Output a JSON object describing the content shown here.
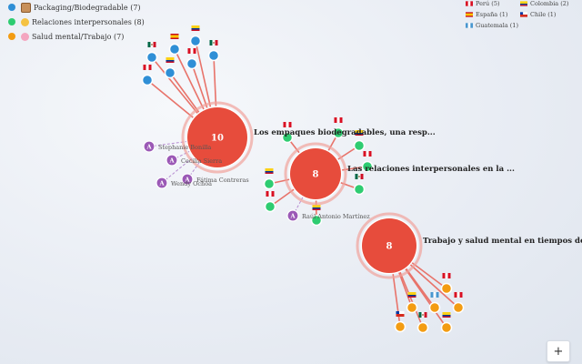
{
  "legend": {
    "categories": [
      {
        "label": "Packaging/Biodegradable (7)",
        "color": "#2f8fd6",
        "icon": "package-icon"
      },
      {
        "label": "Relaciones interpersonales (8)",
        "color": "#2ecc71",
        "icon": "handshake-icon"
      },
      {
        "label": "Salud mental/Trabajo (7)",
        "color": "#f39c12",
        "icon": "brain-icon"
      }
    ]
  },
  "countries": [
    {
      "label": "Perú (5)",
      "flag": "pe"
    },
    {
      "label": "Colombia (2)",
      "flag": "co"
    },
    {
      "label": "España (1)",
      "flag": "es"
    },
    {
      "label": "Chile (1)",
      "flag": "cl"
    },
    {
      "label": "Guatemala (1)",
      "flag": "gt"
    }
  ],
  "hubs": [
    {
      "id": "h1",
      "count": "10",
      "label": "Los empaques biodegradables, una resp...",
      "category": 0
    },
    {
      "id": "h2",
      "count": "8",
      "label": "Las relaciones interpersonales en la ...",
      "category": 1
    },
    {
      "id": "h3",
      "count": "8",
      "label": "Trabajo y salud mental en tiempos de ...",
      "category": 2
    }
  ],
  "authors": [
    {
      "name": "Stephanie Bonilla",
      "initial": "A"
    },
    {
      "name": "Cecilia Sierra",
      "initial": "A"
    },
    {
      "name": "Fátima Contreras",
      "initial": "A"
    },
    {
      "name": "Wendy Ochoa",
      "initial": "A"
    },
    {
      "name": "Raúl Antonio Martínez",
      "initial": "A"
    }
  ],
  "satellites": {
    "h1": [
      "mx",
      "es",
      "co",
      "mx",
      "co",
      "pe",
      "pe"
    ],
    "h2": [
      "pe",
      "pe",
      "co",
      "pe",
      "mx",
      "pe",
      "co",
      "co"
    ],
    "h3": [
      "cl",
      "mx",
      "co",
      "gt",
      "pe",
      "co",
      "pe"
    ]
  },
  "colors": {
    "hub": "#e74c3c",
    "edge": "#e8736a",
    "author": "#9b59b6"
  },
  "zoom": {
    "label": "+"
  }
}
